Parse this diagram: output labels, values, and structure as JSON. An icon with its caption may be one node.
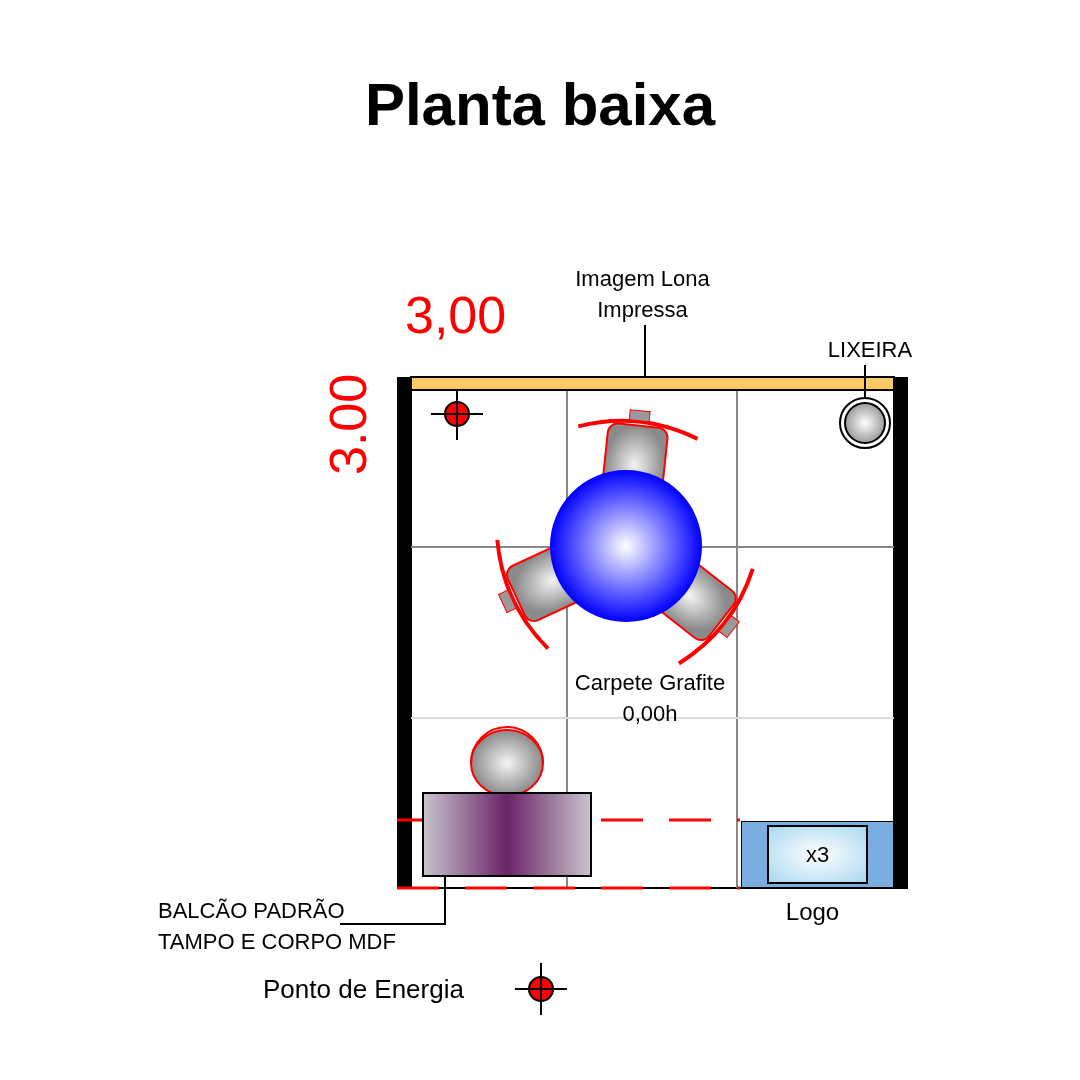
{
  "diagram": {
    "title": "Planta baixa",
    "nodes": [
      {
        "text": [
          "Imagem Lona Impressa"
        ]
      },
      {
        "text": [],
        "shape": "bar"
      },
      {
        "text": [
          "LIXEIRA"
        ]
      },
      {
        "text": [],
        "shape": "circle"
      },
      {
        "text": [],
        "shape": "box"
      },
      {
        "text": [
          "BALCÃO PADRÃO TAMPO E CORPO MDF"
        ]
      },
      {
        "text": [
          "x3"
        ],
        "beside": [
          "Logo"
        ]
      }
    ],
    "edges": [
      {
        "from": 0,
        "to": 1,
        "arrow": "none"
      },
      {
        "from": 2,
        "to": 3,
        "arrow": "none"
      },
      {
        "from": 5,
        "to": 4,
        "arrow": "none"
      }
    ],
    "labels": [
      "3,00",
      "3.00",
      "Carpete Grafite 0,00h"
    ],
    "legend": [
      {
        "text": "Ponto de Energia"
      }
    ]
  }
}
